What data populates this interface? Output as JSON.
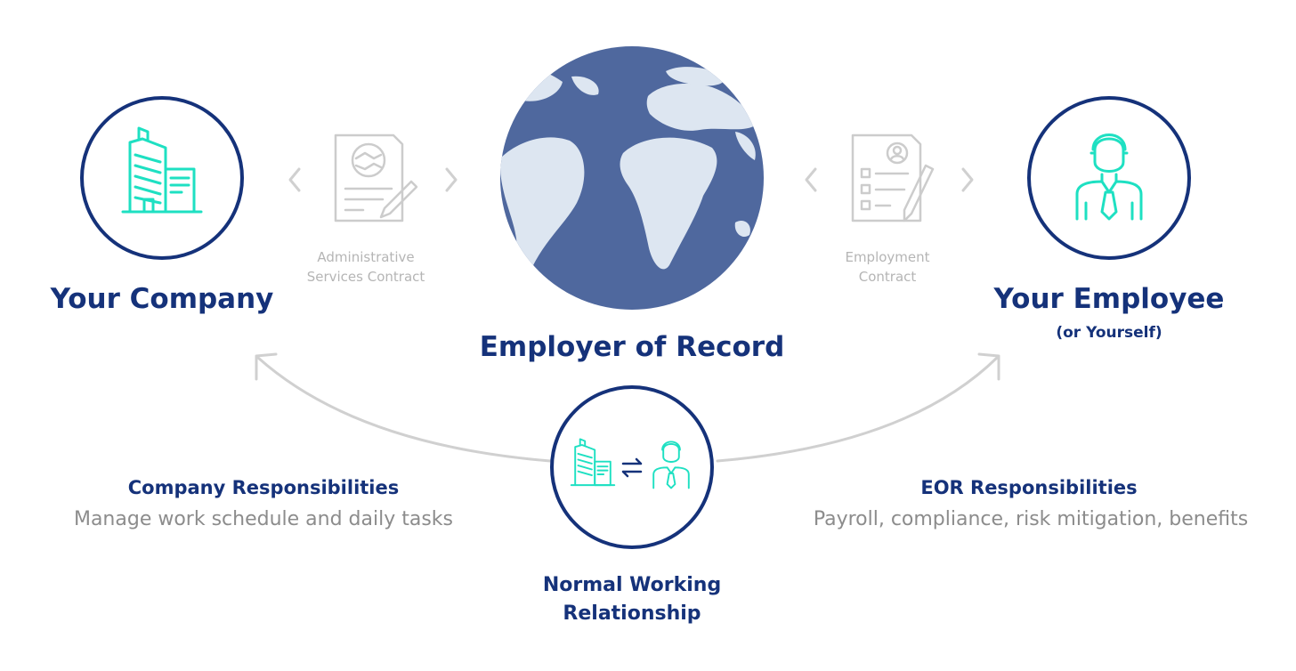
{
  "colors": {
    "navy": "#15327a",
    "teal": "#1ee0c2",
    "globe_ocean": "#4f689e",
    "globe_land": "#dde6f1",
    "contract_gray": "#cccccc",
    "arrow_gray": "#d0d0d0"
  },
  "nodes": {
    "company": {
      "title": "Your Company",
      "icon": "office-building-icon"
    },
    "eor": {
      "title": "Employer of Record",
      "icon": "globe-icon"
    },
    "employee": {
      "title": "Your Employee",
      "subtitle": "(or Yourself)",
      "icon": "employee-person-icon"
    }
  },
  "contracts": {
    "admin": {
      "line1": "Administrative",
      "line2": "Services Contract",
      "icon": "handshake-contract-icon"
    },
    "employment": {
      "line1": "Employment",
      "line2": "Contract",
      "icon": "employment-contract-icon"
    }
  },
  "responsibilities": {
    "company": {
      "title": "Company Responsibilities",
      "desc": "Manage work schedule and daily tasks"
    },
    "eor": {
      "title": "EOR Responsibilities",
      "desc": "Payroll, compliance, risk mitigation, benefits"
    }
  },
  "relationship": {
    "line1": "Normal Working",
    "line2": "Relationship",
    "icon": "exchange-arrows-icon"
  }
}
